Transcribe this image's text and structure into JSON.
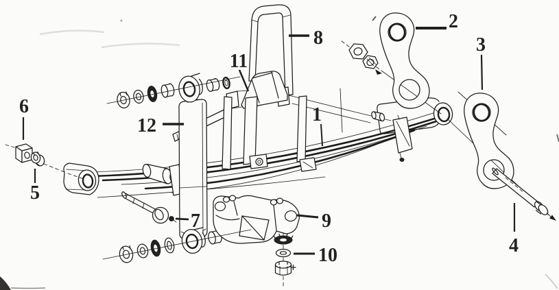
{
  "diagram": {
    "ink_color": "#1c1c1c",
    "paper_color": "#fbfbf9",
    "callouts": [
      {
        "label": "1"
      },
      {
        "label": "2"
      },
      {
        "label": "3"
      },
      {
        "label": "4"
      },
      {
        "label": "5"
      },
      {
        "label": "6"
      },
      {
        "label": "7"
      },
      {
        "label": "8"
      },
      {
        "label": "9"
      },
      {
        "label": "10"
      },
      {
        "label": "11"
      },
      {
        "label": "12"
      }
    ]
  }
}
